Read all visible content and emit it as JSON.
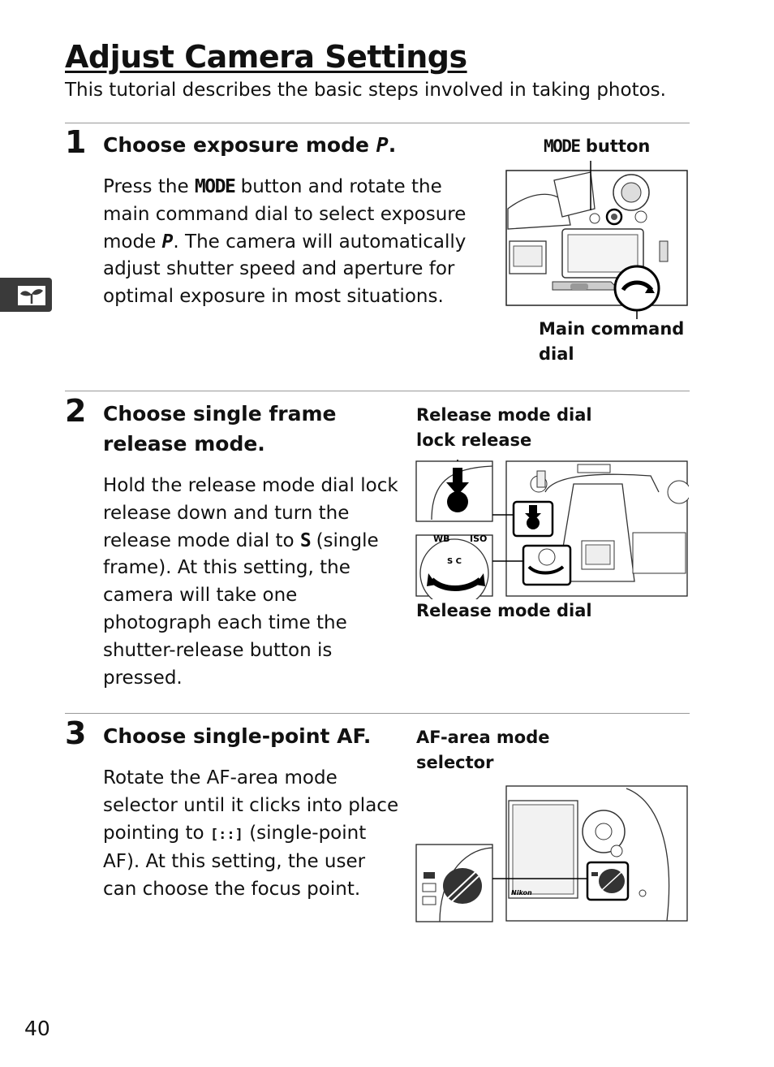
{
  "page": {
    "title": "Adjust Camera Settings",
    "subtitle": "This tutorial describes the basic steps involved in taking photos.",
    "page_number": "40"
  },
  "section_tab": {
    "icon": "seedling-icon"
  },
  "steps": [
    {
      "number": "1",
      "heading": "Choose exposure mode",
      "heading_symbol": "P",
      "heading_end": ".",
      "body": {
        "s1": "Press the ",
        "mode": "MODE",
        "s2": " button and rotate the main command dial to select exposure mode ",
        "sym": "P",
        "s3": ".  The camera will automatically adjust shutter speed and aperture for optimal exposure in most situations."
      },
      "labels": {
        "button_mode": "MODE",
        "button_word": " button",
        "dial_line1": "Main command",
        "dial_line2": "dial"
      }
    },
    {
      "number": "2",
      "heading_line1": "Choose single frame",
      "heading_line2": "release mode.",
      "body": {
        "s1": "Hold the release mode dial lock release down and turn the release mode dial to ",
        "sym": "S",
        "s2": " (single frame).  At this setting, the camera will take one photograph each time the shutter-release button is pressed."
      },
      "labels": {
        "lock_line1": "Release mode dial",
        "lock_line2": "lock release",
        "dial": "Release mode dial"
      }
    },
    {
      "number": "3",
      "heading": "Choose single-point AF.",
      "body": {
        "s1": "Rotate the AF-area mode selector until it clicks into place pointing to ",
        "sym": "[::]",
        "s2": " (single-point AF).  At this setting, the user can choose the focus point."
      },
      "labels": {
        "selector_line1": "AF-area mode",
        "selector_line2": "selector"
      }
    }
  ]
}
